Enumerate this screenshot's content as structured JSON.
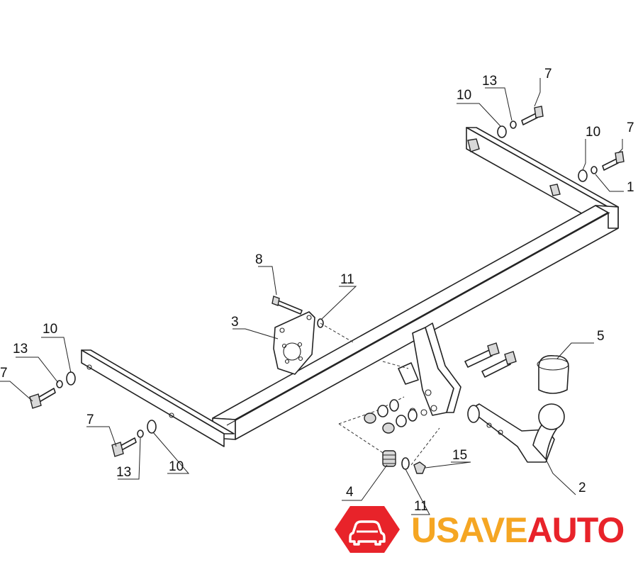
{
  "callouts": {
    "c1": "13",
    "c2": "7",
    "c3": "10",
    "c4": "10",
    "c5": "7",
    "c6": "1",
    "c7": "8",
    "c8": "11",
    "c9": "3",
    "c10": "10",
    "c11": "13",
    "c12": "7",
    "c13": "7",
    "c14": "13",
    "c15": "10",
    "c16": "5",
    "c17": "15",
    "c18": "2",
    "c19": "4",
    "c20": "11"
  },
  "logo": {
    "word_part1": "USAVE",
    "word_part2": "AUTO",
    "color_red": "#e8232a",
    "color_orange": "#f5a623",
    "icon": "car-icon"
  },
  "colors": {
    "line": "#222222",
    "background": "#ffffff"
  }
}
